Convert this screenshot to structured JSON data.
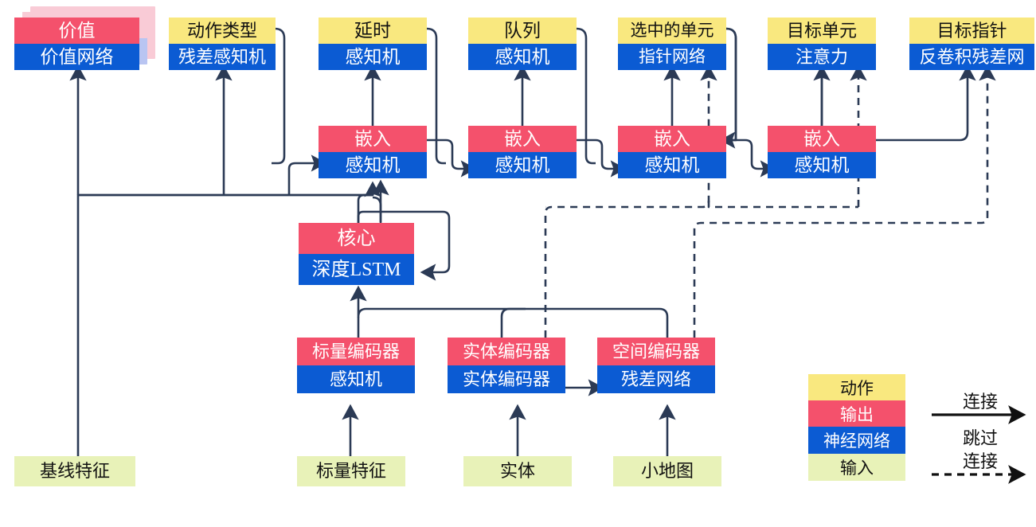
{
  "diagram": {
    "title": "AlphaStar-style network architecture diagram (Chinese labels)",
    "colors": {
      "action": "#F9E87F",
      "output": "#F4516C",
      "network": "#0B5BD3",
      "input": "#E8F2B8",
      "wire": "#2B3A55",
      "background": "#FFFFFF"
    }
  },
  "outputs": [
    {
      "id": "value",
      "top": "价值",
      "bottom": "价值网络",
      "top_kind": "output",
      "bottom_kind": "network",
      "stacked": true
    },
    {
      "id": "action_type",
      "top": "动作类型",
      "bottom": "残差感知机",
      "top_kind": "action",
      "bottom_kind": "network",
      "stacked": false
    },
    {
      "id": "delay",
      "top": "延时",
      "bottom": "感知机",
      "top_kind": "action",
      "bottom_kind": "network",
      "stacked": false
    },
    {
      "id": "queue",
      "top": "队列",
      "bottom": "感知机",
      "top_kind": "action",
      "bottom_kind": "network",
      "stacked": false
    },
    {
      "id": "selected_units",
      "top": "选中的单元",
      "bottom": "指针网络",
      "top_kind": "action",
      "bottom_kind": "network",
      "stacked": false
    },
    {
      "id": "target_unit",
      "top": "目标单元",
      "bottom": "注意力",
      "top_kind": "action",
      "bottom_kind": "network",
      "stacked": false
    },
    {
      "id": "target_point",
      "top": "目标指针",
      "bottom": "反卷积残差网",
      "top_kind": "action",
      "bottom_kind": "network",
      "stacked": false
    }
  ],
  "embeddings": [
    {
      "id": "embed1",
      "top": "嵌入",
      "bottom": "感知机"
    },
    {
      "id": "embed2",
      "top": "嵌入",
      "bottom": "感知机"
    },
    {
      "id": "embed3",
      "top": "嵌入",
      "bottom": "感知机"
    },
    {
      "id": "embed4",
      "top": "嵌入",
      "bottom": "感知机"
    }
  ],
  "core": {
    "id": "core",
    "top": "核心",
    "bottom": "深度LSTM"
  },
  "encoders": [
    {
      "id": "scalar_encoder",
      "top": "标量编码器",
      "bottom": "感知机"
    },
    {
      "id": "entity_encoder",
      "top": "实体编码器",
      "bottom": "实体编码器"
    },
    {
      "id": "spatial_encoder",
      "top": "空间编码器",
      "bottom": "残差网络"
    }
  ],
  "inputs": [
    {
      "id": "baseline_features",
      "label": "基线特征"
    },
    {
      "id": "scalar_features",
      "label": "标量特征"
    },
    {
      "id": "entities",
      "label": "实体"
    },
    {
      "id": "minimap",
      "label": "小地图"
    }
  ],
  "legend": {
    "swatches": [
      {
        "id": "legend-action",
        "label": "动作",
        "kind": "action"
      },
      {
        "id": "legend-output",
        "label": "输出",
        "kind": "output"
      },
      {
        "id": "legend-network",
        "label": "神经网络",
        "kind": "network"
      },
      {
        "id": "legend-input",
        "label": "输入",
        "kind": "input"
      }
    ],
    "edges": [
      {
        "id": "legend-connection",
        "label": "连接",
        "style": "solid"
      },
      {
        "id": "legend-skip-connection",
        "label_1": "跳过",
        "label_2": "连接",
        "style": "dashed"
      }
    ]
  }
}
